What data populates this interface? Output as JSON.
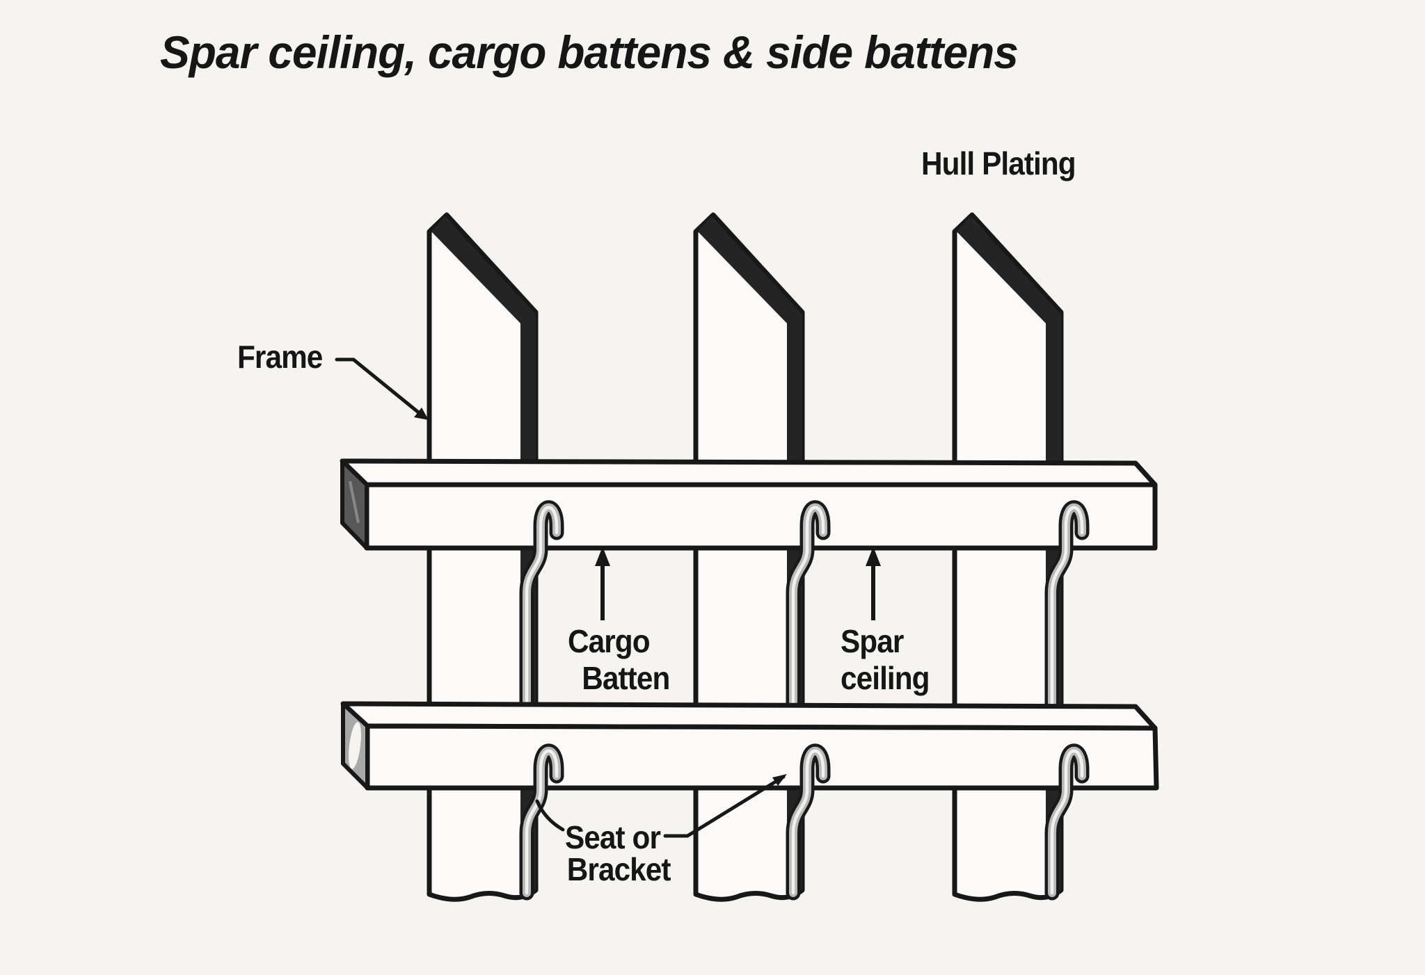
{
  "title": {
    "text": "Spar ceiling, cargo battens & side battens"
  },
  "labels": {
    "hull_plating": {
      "text": "Hull Plating"
    },
    "frame": {
      "text": "Frame"
    },
    "cargo_batten": {
      "line1": "Cargo",
      "line2": "Batten"
    },
    "spar_ceiling": {
      "line1": "Spar",
      "line2": "ceiling"
    },
    "seat_or_bracket": {
      "line1": "Seat or",
      "line2": "Bracket"
    }
  },
  "colors": {
    "paper": "#f5f4f1",
    "ink": "#181818",
    "beam_face": "#fbfaf8",
    "frame_flange": "#242424",
    "hook_shade": "#b9b9b9",
    "hook_highlight": "#f1f0ed",
    "cargo_batten_endcap": "#575757",
    "spar_batten_endcap": "#a8a8a8"
  },
  "figure": {
    "frames_shown": 3,
    "battens_shown": 2,
    "hooks_shown": 6
  }
}
